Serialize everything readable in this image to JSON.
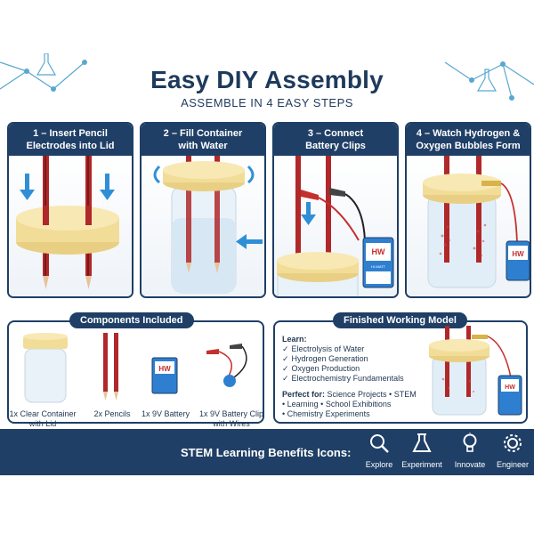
{
  "header": {
    "title": "Easy DIY Assembly",
    "subtitle": "ASSEMBLE IN 4 EASY STEPS"
  },
  "steps": [
    {
      "line1": "1 – Insert Pencil",
      "line2": "Electrodes into Lid"
    },
    {
      "line1": "2 – Fill Container",
      "line2": "with Water"
    },
    {
      "line1": "3 – Connect",
      "line2": "Battery Clips"
    },
    {
      "line1": "4 – Watch Hydrogen &",
      "line2": "Oxygen Bubbles Form"
    }
  ],
  "battery_brand": "HW",
  "battery_sub": "HI-WATT",
  "components": {
    "title": "Components Included",
    "items": [
      {
        "line1": "1x Clear Container",
        "line2": "with Lid"
      },
      {
        "line1": "2x Pencils",
        "line2": ""
      },
      {
        "line1": "1x 9V Battery",
        "line2": ""
      },
      {
        "line1": "1x 9V Battery Clip",
        "line2": "with Wires"
      }
    ]
  },
  "finished": {
    "title": "Finished Working Model",
    "learn_heading": "Learn:",
    "learn_items": [
      "Electrolysis of Water",
      "Hydrogen Generation",
      "Oxygen Production",
      "Electrochemistry Fundamentals"
    ],
    "perfect_heading": "Perfect for:",
    "perfect_line1": " Science Projects • STEM",
    "perfect_line2": "• Learning  • School Exhibitions",
    "perfect_line3": "• Chemistry Experiments"
  },
  "benefits": {
    "title": "STEM Learning Benefits Icons:",
    "items": [
      {
        "label": "Explore",
        "icon": "magnifier-icon"
      },
      {
        "label": "Experiment",
        "icon": "flask-icon"
      },
      {
        "label": "Innovate",
        "icon": "lightbulb-icon"
      },
      {
        "label": "Engineer",
        "icon": "gear-icon"
      }
    ]
  },
  "colors": {
    "navy": "#1f3f66",
    "lid": "#f2dd98",
    "pencil": "#b0282a",
    "accent_blue": "#2f8fd6"
  }
}
